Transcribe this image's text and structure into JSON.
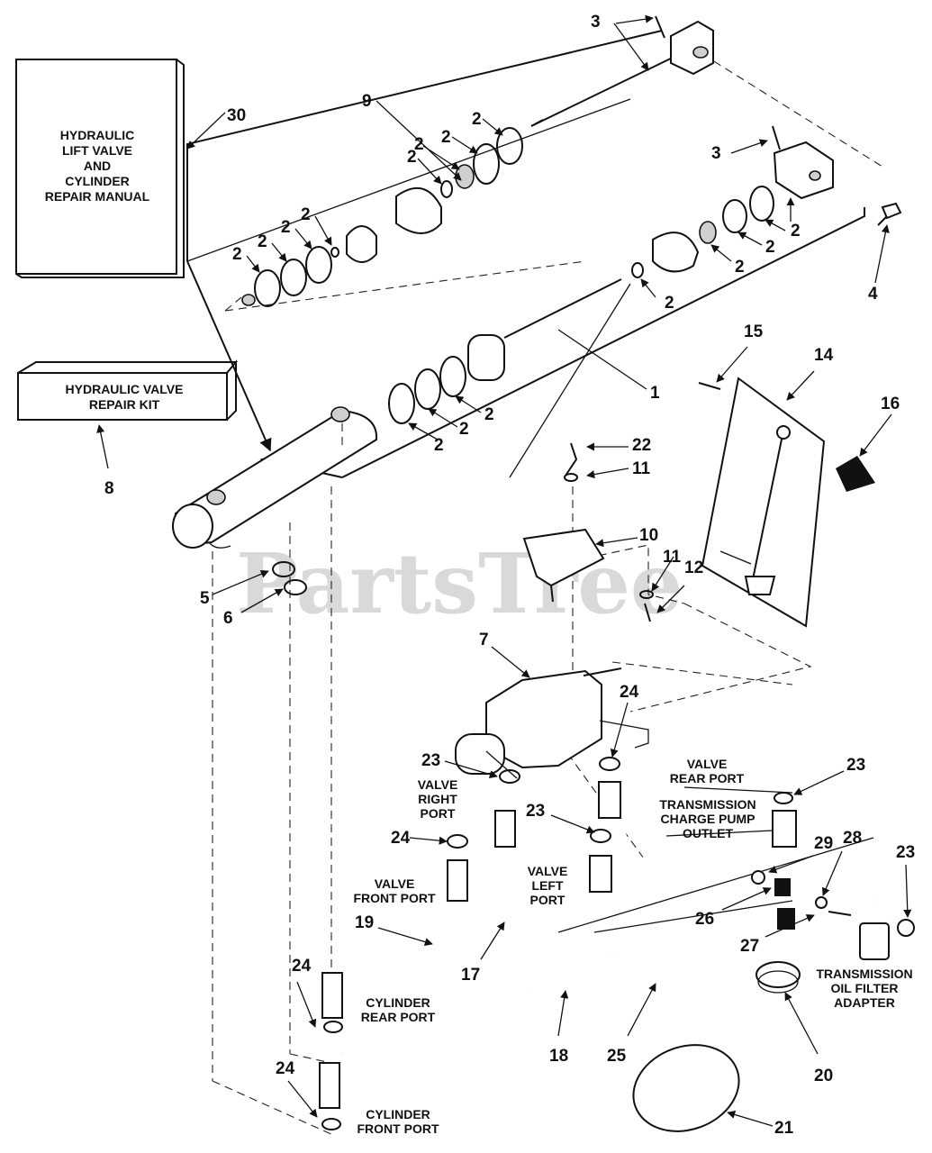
{
  "watermark": "PartsTree",
  "manual": {
    "lines": [
      "HYDRAULIC",
      "LIFT VALVE",
      "AND",
      "CYLINDER",
      "REPAIR MANUAL"
    ]
  },
  "kit": {
    "lines": [
      "HYDRAULIC VALVE",
      "REPAIR KIT"
    ]
  },
  "port_labels": {
    "valve_rear_port": [
      "VALVE",
      "REAR PORT"
    ],
    "valve_right_port": [
      "VALVE",
      "RIGHT",
      "PORT"
    ],
    "transmission_charge_pump_outlet": [
      "TRANSMISSION",
      "CHARGE PUMP",
      "OUTLET"
    ],
    "valve_left_port": [
      "VALVE",
      "LEFT",
      "PORT"
    ],
    "valve_front_port": [
      "VALVE",
      "FRONT PORT"
    ],
    "cylinder_rear_port": [
      "CYLINDER",
      "REAR PORT"
    ],
    "cylinder_front_port": [
      "CYLINDER",
      "FRONT PORT"
    ],
    "transmission_oil_filter_adapter": [
      "TRANSMISSION",
      "OIL FILTER",
      "ADAPTER"
    ]
  },
  "callouts": {
    "c1": "1",
    "c2": "2",
    "c3": "3",
    "c4": "4",
    "c5": "5",
    "c6": "6",
    "c7": "7",
    "c8": "8",
    "c9": "9",
    "c10": "10",
    "c11": "11",
    "c12": "12",
    "c14": "14",
    "c15": "15",
    "c16": "16",
    "c17": "17",
    "c18": "18",
    "c19": "19",
    "c20": "20",
    "c21": "21",
    "c22": "22",
    "c23": "23",
    "c24": "24",
    "c25": "25",
    "c26": "26",
    "c27": "27",
    "c28": "28",
    "c29": "29",
    "c30": "30"
  }
}
